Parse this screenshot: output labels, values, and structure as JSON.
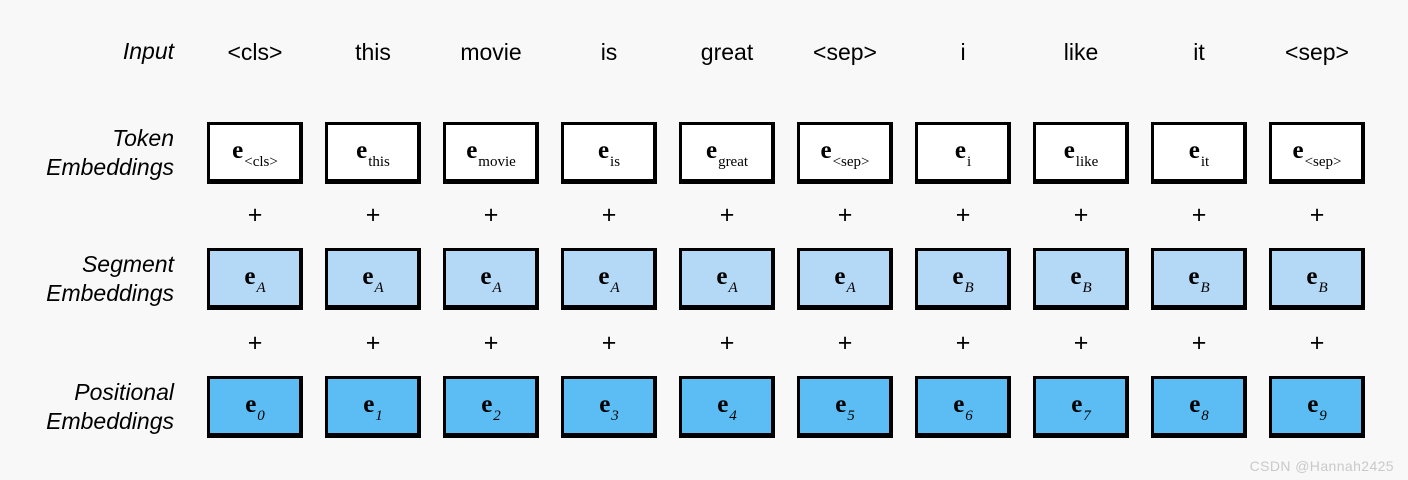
{
  "figure": {
    "background_color": "#f8f8f8",
    "watermark": "CSDN @Hannah2425"
  },
  "rows": {
    "input": {
      "label": "Input"
    },
    "token": {
      "label": "Token\nEmbeddings"
    },
    "segment": {
      "label": "Segment\nEmbeddings"
    },
    "position": {
      "label": "Positional\nEmbeddings"
    }
  },
  "colors": {
    "token_box_fill": "#ffffff",
    "segment_box_fill": "#b3d9f7",
    "position_box_fill": "#5cbdf5",
    "box_border": "#000000"
  },
  "operator": "+",
  "columns": [
    {
      "input": "<cls>",
      "token_sub": "<cls>",
      "segment_sub": "A",
      "position_sub": "0"
    },
    {
      "input": "this",
      "token_sub": "this",
      "segment_sub": "A",
      "position_sub": "1"
    },
    {
      "input": "movie",
      "token_sub": "movie",
      "segment_sub": "A",
      "position_sub": "2"
    },
    {
      "input": "is",
      "token_sub": "is",
      "segment_sub": "A",
      "position_sub": "3"
    },
    {
      "input": "great",
      "token_sub": "great",
      "segment_sub": "A",
      "position_sub": "4"
    },
    {
      "input": "<sep>",
      "token_sub": "<sep>",
      "segment_sub": "A",
      "position_sub": "5"
    },
    {
      "input": "i",
      "token_sub": "i",
      "segment_sub": "B",
      "position_sub": "6"
    },
    {
      "input": "like",
      "token_sub": "like",
      "segment_sub": "B",
      "position_sub": "7"
    },
    {
      "input": "it",
      "token_sub": "it",
      "segment_sub": "B",
      "position_sub": "8"
    },
    {
      "input": "<sep>",
      "token_sub": "<sep>",
      "segment_sub": "B",
      "position_sub": "9"
    }
  ],
  "embedding_symbol": "e"
}
